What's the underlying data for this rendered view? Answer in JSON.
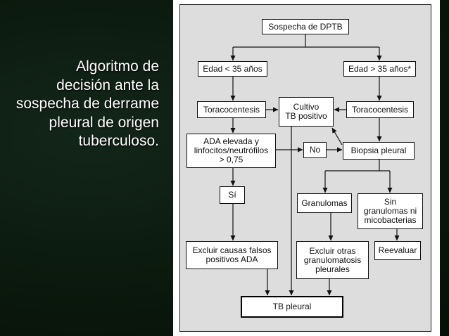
{
  "slide": {
    "title_lines": [
      "Algoritmo de",
      "decisión ante la",
      "sospecha de derrame",
      "pleural de origen",
      "tuberculoso."
    ]
  },
  "flowchart": {
    "nodes": {
      "sospecha": "Sospecha de DPTB",
      "edad_menor": "Edad < 35 años",
      "edad_mayor": "Edad > 35 años*",
      "toracocentesis_izq": "Toracocentesis",
      "cultivo": "Cultivo\nTB positivo",
      "toracocentesis_der": "Toracocentesis",
      "ada": "ADA elevada y\nlinfocitos/neutrófilos\n> 0,75",
      "no": "No",
      "biopsia": "Biopsia pleural",
      "si": "Sí",
      "granulomas": "Granulomas",
      "sin_granulomas": "Sin\ngranulomas ni\nmicobacterias",
      "excluir_falsos": "Excluir causas falsos\npositivos ADA",
      "excluir_otras": "Excluir otras\ngranulomatosis\npleurales",
      "reevaluar": "Reevaluar",
      "tb_pleural": "TB pleural"
    }
  }
}
